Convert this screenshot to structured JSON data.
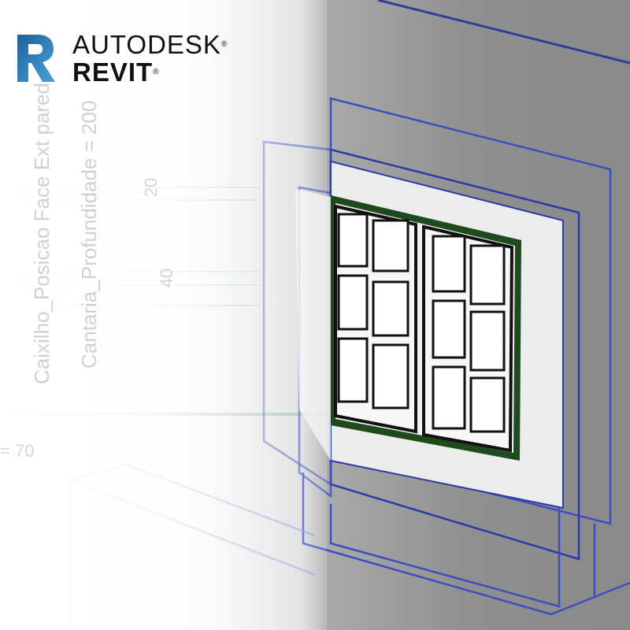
{
  "logo": {
    "brand": "AUTODESK",
    "product": "REVIT",
    "registered": "®",
    "mark_color": "#2f78b5"
  },
  "annotations": {
    "param_1": "Caixilho_Posicao Face Ext pared",
    "param_2": "Cantaria_Profundidade = 200",
    "dim_20": "20",
    "dim_40": "40",
    "dim_70": "= 70"
  },
  "colors": {
    "wireframe": "#3b4fc0",
    "frame": "#1e4a1e",
    "guides": "#9cc89c",
    "background": "#8a8a8a"
  }
}
